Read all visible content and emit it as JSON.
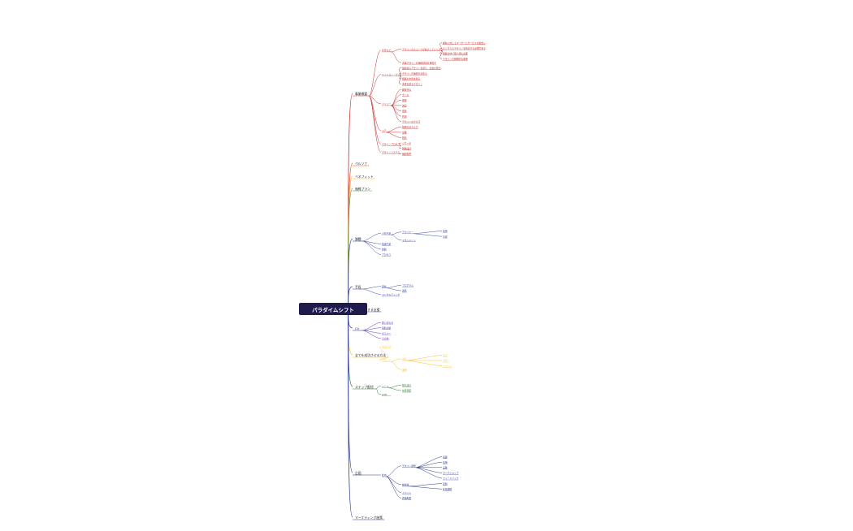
{
  "root": "パラダイムシフト",
  "branches": [
    {
      "label": "事業概要",
      "color": "#c62828",
      "children": [
        {
          "label": "背景など",
          "children": [
            {
              "label": "デザインのスコープが拡大していくと同時に、人は自分の仕事のみ中心になる。各業務において期待されるものは、戦略レベルのものから作業レベルのものまで多岐に渡る",
              "children": [
                {
                  "label": "顧客に対してユーザーにサービスを提供していくことは必須"
                },
                {
                  "label": "ビジネスとデザインを統合する必要がある"
                },
                {
                  "label": "組織全体で取り組む必要"
                },
                {
                  "label": "デザインの組織的な運用"
                }
              ]
            },
            {
              "label": "企業デザインの価値創造を目指す"
            }
          ]
        },
        {
          "label": "ミッション・ビジョン",
          "children": [
            {
              "label": "価値あるデザインを創り、社会を豊かにする"
            },
            {
              "label": "デザインの価値を高める"
            },
            {
              "label": "組織の文化を創る"
            },
            {
              "label": "未来を創るデザイン"
            }
          ]
        },
        {
          "label": "バリュー",
          "children": [
            {
              "label": "顧客中心"
            },
            {
              "label": "チーム"
            },
            {
              "label": "挑戦"
            },
            {
              "label": "誠実"
            },
            {
              "label": "成長"
            },
            {
              "label": "共創"
            },
            {
              "label": "デザインのチカラ"
            }
          ]
        },
        {
          "label": "コア",
          "children": [
            {
              "label": "組織を変える力"
            },
            {
              "label": "協働"
            },
            {
              "label": "創造"
            }
          ]
        },
        {
          "label": "デザインプロセス",
          "children": [
            {
              "label": "リサーチ"
            },
            {
              "label": "戦略設計"
            }
          ]
        },
        {
          "label": "デザインシステム",
          "children": [
            {
              "label": "価値提供"
            }
          ]
        }
      ]
    },
    {
      "label": "ペルソナ",
      "color": "#e64a19",
      "children": []
    },
    {
      "label": "ベネフィット",
      "color": "#f9a825",
      "children": []
    },
    {
      "label": "価格プラン",
      "color": "#43a047",
      "children": []
    },
    {
      "label": "課題",
      "color": "#3949ab",
      "children": [
        {
          "label": "人材不足",
          "children": [
            {
              "label": "デザイナー",
              "children": [
                {
                  "label": "採用"
                },
                {
                  "label": "育成"
                }
              ]
            },
            {
              "label": "マネジメント"
            }
          ]
        },
        {
          "label": "知識不足"
        },
        {
          "label": "体制"
        },
        {
          "label": "プロセス"
        }
      ]
    },
    {
      "label": "手段",
      "color": "#3949ab",
      "children": [
        {
          "label": "研修",
          "children": [
            {
              "label": "プログラム"
            },
            {
              "label": "講座"
            }
          ]
        },
        {
          "label": "コンサルティング"
        }
      ]
    },
    {
      "label": "課題に対する支援",
      "color": "#3949ab",
      "children": []
    },
    {
      "label": "CV",
      "color": "#5e35b1",
      "children": [
        {
          "label": "問い合わせ"
        },
        {
          "label": "資料請求"
        },
        {
          "label": "セミナー"
        },
        {
          "label": "その他"
        }
      ]
    },
    {
      "label": "全てを成功させる方法",
      "color": "#fbc02d",
      "children": [
        {
          "label": "スコープ"
        },
        {
          "label": "ブランド",
          "children": [
            {
              "label": "設計",
              "children": [
                {
                  "label": "ロゴ"
                },
                {
                  "label": "カラー"
                },
                {
                  "label": "フォント"
                }
              ]
            },
            {
              "label": "運用"
            }
          ]
        }
      ]
    },
    {
      "label": "ステップ配信",
      "color": "#2e7d32",
      "children": [
        {
          "label": "メール",
          "children": [
            {
              "label": "配信設計"
            },
            {
              "label": "効果測定"
            }
          ]
        },
        {
          "label": "LINE"
        }
      ]
    },
    {
      "label": "企画",
      "color": "#283593",
      "children": [
        {
          "label": "社内",
          "children": [
            {
              "label": "デザイン研修",
              "children": [
                {
                  "label": "基礎"
                },
                {
                  "label": "応用"
                },
                {
                  "label": "実践"
                },
                {
                  "label": "ワークショップ"
                },
                {
                  "label": "フィードバック"
                }
              ]
            },
            {
              "label": "勉強会",
              "children": [
                {
                  "label": "定例"
                },
                {
                  "label": "外部講師"
                }
              ]
            },
            {
              "label": "イベント"
            },
            {
              "label": "評価制度"
            }
          ]
        }
      ]
    },
    {
      "label": "マーケティング施策",
      "color": "#283593",
      "children": []
    }
  ]
}
